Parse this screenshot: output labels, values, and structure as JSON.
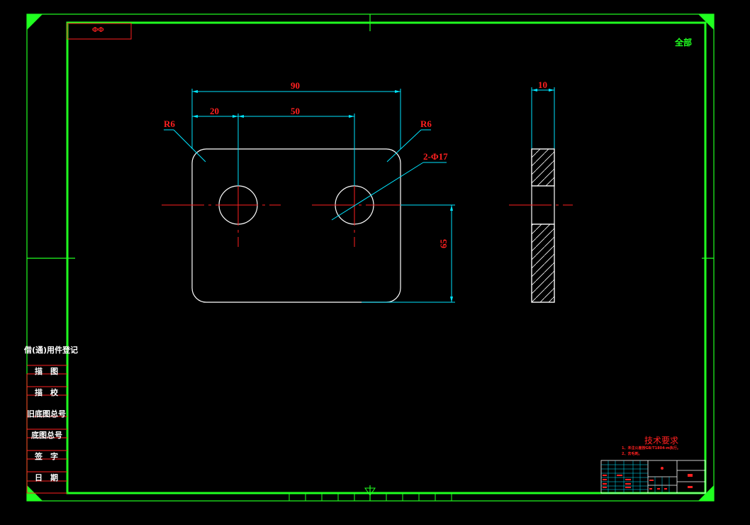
{
  "drawing": {
    "top_left_box": "ΦΦ",
    "surface_note": "全部",
    "dimensions": {
      "overall_width": "90",
      "left_offset": "20",
      "hole_spacing": "50",
      "left_radius": "R6",
      "right_radius": "R6",
      "holes": "2-Φ17",
      "height": "65",
      "thickness": "10"
    }
  },
  "side_panel": {
    "header": "借(通)用件登记",
    "rows": [
      "描　图",
      "描　校",
      "旧底图总号",
      "底图总号",
      "签　字",
      "日　期"
    ]
  },
  "tech_req": {
    "title": "技术要求",
    "lines": [
      "1、未注公差按GB/T1804-m执行。",
      "2、去毛刺。"
    ]
  },
  "colors": {
    "frame": "#20ff20",
    "part": "#ffffff",
    "dimension": "#00e5ff",
    "centerline": "#ff2020",
    "text_red": "#ff2020",
    "background": "#000000"
  }
}
